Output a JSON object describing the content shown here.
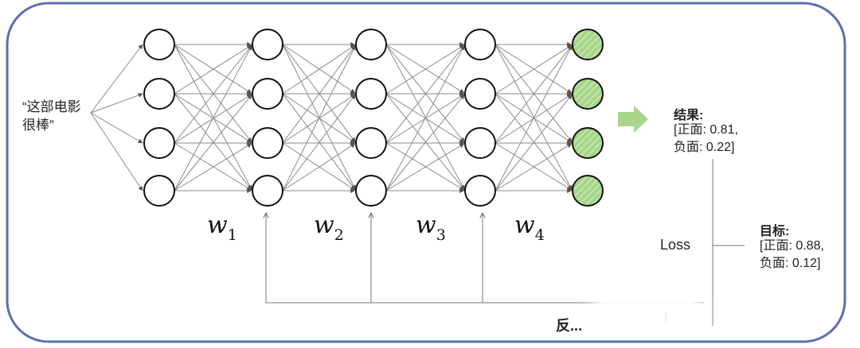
{
  "input_text": "“这部电影很棒”",
  "weights": [
    {
      "symbol": "w",
      "sub": "1"
    },
    {
      "symbol": "w",
      "sub": "2"
    },
    {
      "symbol": "w",
      "sub": "3"
    },
    {
      "symbol": "w",
      "sub": "4"
    }
  ],
  "result": {
    "title": "结果:",
    "line1": "[正面: 0.81,",
    "line2": "负面: 0.22]"
  },
  "target": {
    "title": "目标:",
    "line1": "[正面: 0.88,",
    "line2": "负面: 0.12]"
  },
  "loss_label": "Loss",
  "backprop_label": "反..."
}
